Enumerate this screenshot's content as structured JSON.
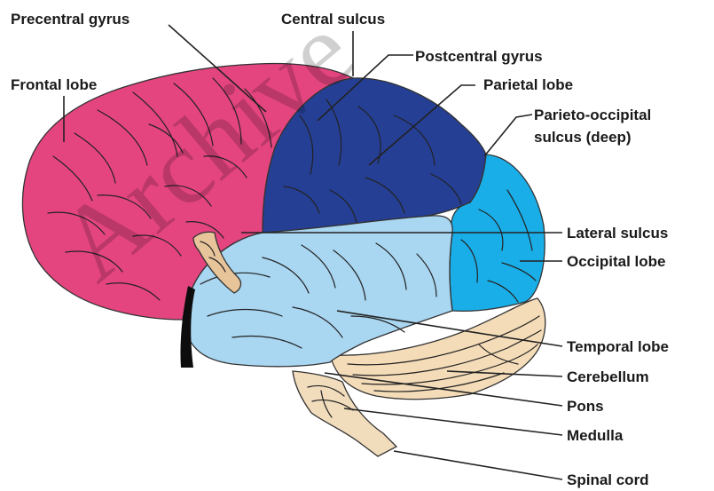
{
  "labels": {
    "precentral_gyrus": "Precentral gyrus",
    "central_sulcus": "Central sulcus",
    "frontal_lobe": "Frontal lobe",
    "postcentral_gyrus": "Postcentral gyrus",
    "parietal_lobe": "Parietal lobe",
    "parieto_occipital_1": "Parieto-occipital",
    "parieto_occipital_2": "sulcus (deep)",
    "lateral_sulcus": "Lateral sulcus",
    "occipital_lobe": "Occipital lobe",
    "temporal_lobe": "Temporal lobe",
    "cerebellum": "Cerebellum",
    "pons": "Pons",
    "medulla": "Medulla",
    "spinal_cord": "Spinal cord"
  },
  "watermark": "Archive",
  "colors": {
    "frontal": "#e5457f",
    "parietal": "#253f94",
    "occipital": "#1aaee8",
    "temporal": "#a9d6f1",
    "cerebellum": "#f4dcb8",
    "brainstem": "#f1dcbc",
    "text": "#1a1a1a"
  }
}
